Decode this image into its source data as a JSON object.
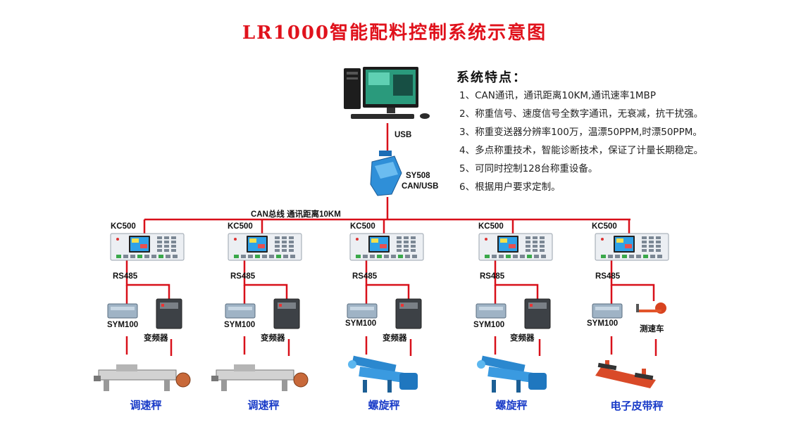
{
  "title": "LR1000智能配料控制系统示意图",
  "features_title": "系统特点：",
  "features": [
    "1、CAN通讯，通讯距离10KM,通讯速率1MBP",
    "2、称重信号、速度信号全数字通讯，无衰减，抗干扰强。",
    "3、称重变送器分辨率100万，温漂50PPM,时漂50PPM。",
    "4、多点称重技术，智能诊断技术，保证了计量长期稳定。",
    "5、可同时控制128台称重设备。",
    "6、根据用户要求定制。"
  ],
  "usb_label": "USB",
  "converter": {
    "model": "SY508",
    "type": "CAN/USB"
  },
  "bus_label": "CAN总线  通讯距离10KM",
  "controller_label": "KC500",
  "rs485_label": "RS485",
  "transmitter_label": "SYM100",
  "vfd_label": "变频器",
  "speed_sensor_label": "测速车",
  "equipment": [
    "调速秤",
    "调速秤",
    "螺旋秤",
    "螺旋秤",
    "电子皮带秤"
  ],
  "colors": {
    "line": "#d8101a",
    "title": "#e0121c",
    "equipment_text": "#1a3cc8"
  }
}
